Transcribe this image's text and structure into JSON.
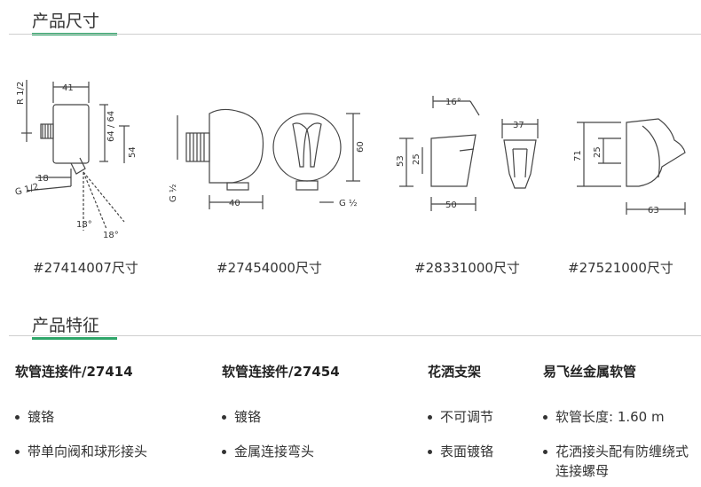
{
  "sections": {
    "dimensions_title": "产品尺寸",
    "features_title": "产品特征"
  },
  "drawings": [
    {
      "caption": "#27414007尺寸",
      "labels": {
        "width": "41",
        "side": "64 / 64",
        "height": "54",
        "thread_top": "R 1/2",
        "offset": "18",
        "thread_bottom": "G 1/2",
        "angle1": "18°",
        "angle2": "18°"
      }
    },
    {
      "caption": "#27454000尺寸",
      "labels": {
        "thread_side": "G ½",
        "width": "40",
        "height": "60",
        "thread_bottom": "G ½"
      }
    },
    {
      "caption": "#28331000尺寸",
      "labels": {
        "angle": "16°",
        "width_top": "37",
        "height_outer": "53",
        "height_inner": "25",
        "width": "50"
      }
    },
    {
      "caption": "#27521000尺寸",
      "labels": {
        "height": "71",
        "height_inner": "25",
        "width": "63"
      }
    }
  ],
  "features": [
    {
      "title": "软管连接件/27414",
      "items": [
        "镀铬",
        "带单向阀和球形接头"
      ]
    },
    {
      "title": "软管连接件/27454",
      "items": [
        "镀铬",
        "金属连接弯头"
      ]
    },
    {
      "title": "花洒支架",
      "items": [
        "不可调节",
        "表面镀铬"
      ]
    },
    {
      "title": "易飞丝金属软管",
      "items": [
        "软管长度: 1.60 m",
        "花洒接头配有防缠绕式连接螺母"
      ]
    }
  ]
}
